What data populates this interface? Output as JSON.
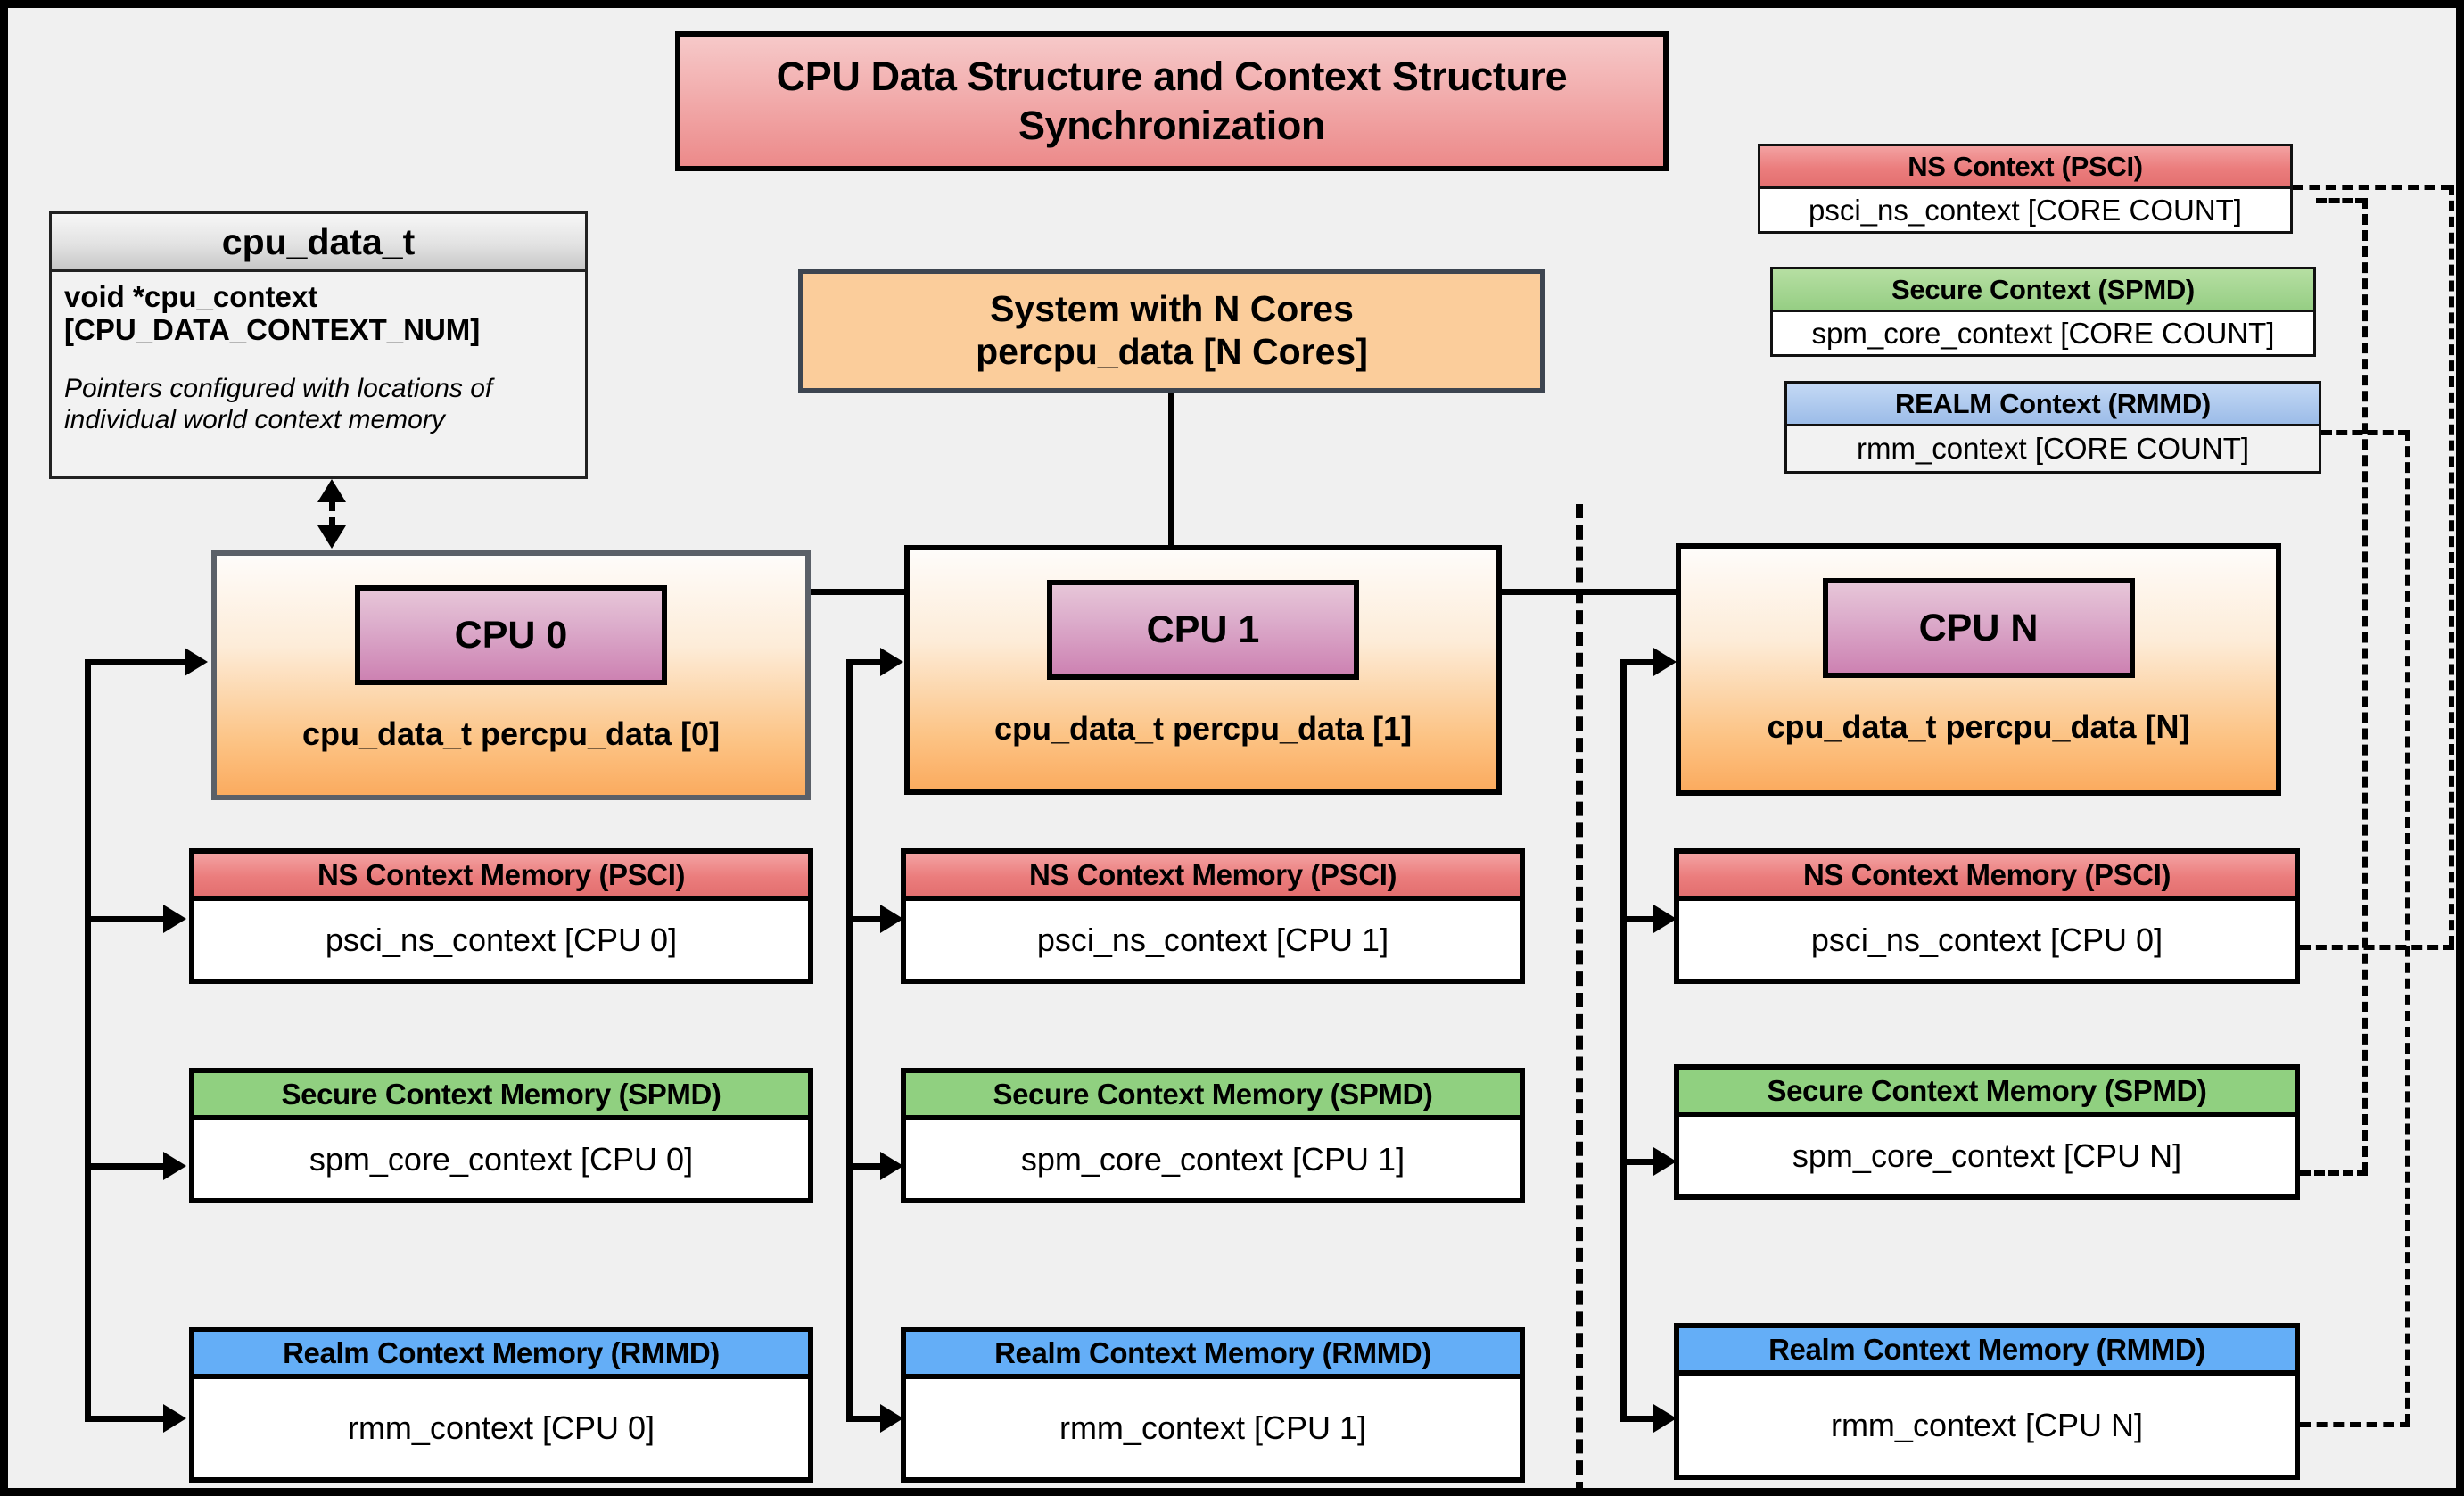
{
  "diagram": {
    "title": "CPU Data Structure and Context Structure Synchronization",
    "background_color": "#f0f0f0",
    "frame_color": "#000000"
  },
  "cpu_data_struct": {
    "name": "cpu_data_t",
    "field": "void  *cpu_context [CPU_DATA_CONTEXT_NUM]",
    "note": "Pointers configured with locations of individual world context memory"
  },
  "system": {
    "line1": "System with N Cores",
    "line2": "percpu_data [N Cores]"
  },
  "legend": [
    {
      "header": "NS Context  (PSCI)",
      "body": "psci_ns_context [CORE COUNT]",
      "color": "#eb7d7d"
    },
    {
      "header": "Secure Context (SPMD)",
      "body": "spm_core_context [CORE COUNT]",
      "color": "#96ce84"
    },
    {
      "header": "REALM Context (RMMD)",
      "body": "rmm_context [CORE COUNT]",
      "color": "#9cbce8"
    }
  ],
  "columns": [
    {
      "chip": "CPU 0",
      "percpu": "cpu_data_t percpu_data [0]",
      "memories": [
        {
          "header": "NS Context Memory (PSCI)",
          "body": "psci_ns_context [CPU 0]",
          "color": "#eb7d7d"
        },
        {
          "header": "Secure Context Memory (SPMD)",
          "body": "spm_core_context [CPU 0]",
          "color": "#96ce84"
        },
        {
          "header": "Realm Context Memory (RMMD)",
          "body": "rmm_context [CPU 0]",
          "color": "#64aef7"
        }
      ]
    },
    {
      "chip": "CPU 1",
      "percpu": "cpu_data_t percpu_data [1]",
      "memories": [
        {
          "header": "NS Context Memory (PSCI)",
          "body": "psci_ns_context [CPU 1]",
          "color": "#eb7d7d"
        },
        {
          "header": "Secure Context Memory (SPMD)",
          "body": "spm_core_context [CPU 1]",
          "color": "#96ce84"
        },
        {
          "header": "Realm Context Memory (RMMD)",
          "body": "rmm_context [CPU 1]",
          "color": "#64aef7"
        }
      ]
    },
    {
      "chip": "CPU N",
      "percpu": "cpu_data_t percpu_data [N]",
      "memories": [
        {
          "header": "NS Context Memory (PSCI)",
          "body": "psci_ns_context [CPU 0]",
          "color": "#eb7d7d"
        },
        {
          "header": "Secure Context Memory (SPMD)",
          "body": "spm_core_context [CPU N]",
          "color": "#96ce84"
        },
        {
          "header": "Realm Context Memory (RMMD)",
          "body": "rmm_context [CPU N]",
          "color": "#64aef7"
        }
      ]
    }
  ]
}
